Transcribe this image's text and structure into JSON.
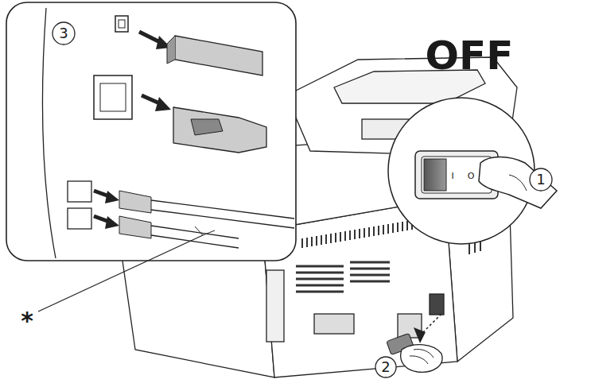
{
  "diagram": {
    "labels": [
      "3",
      "OFF",
      "I",
      "O",
      "1",
      "2",
      "*"
    ]
  }
}
